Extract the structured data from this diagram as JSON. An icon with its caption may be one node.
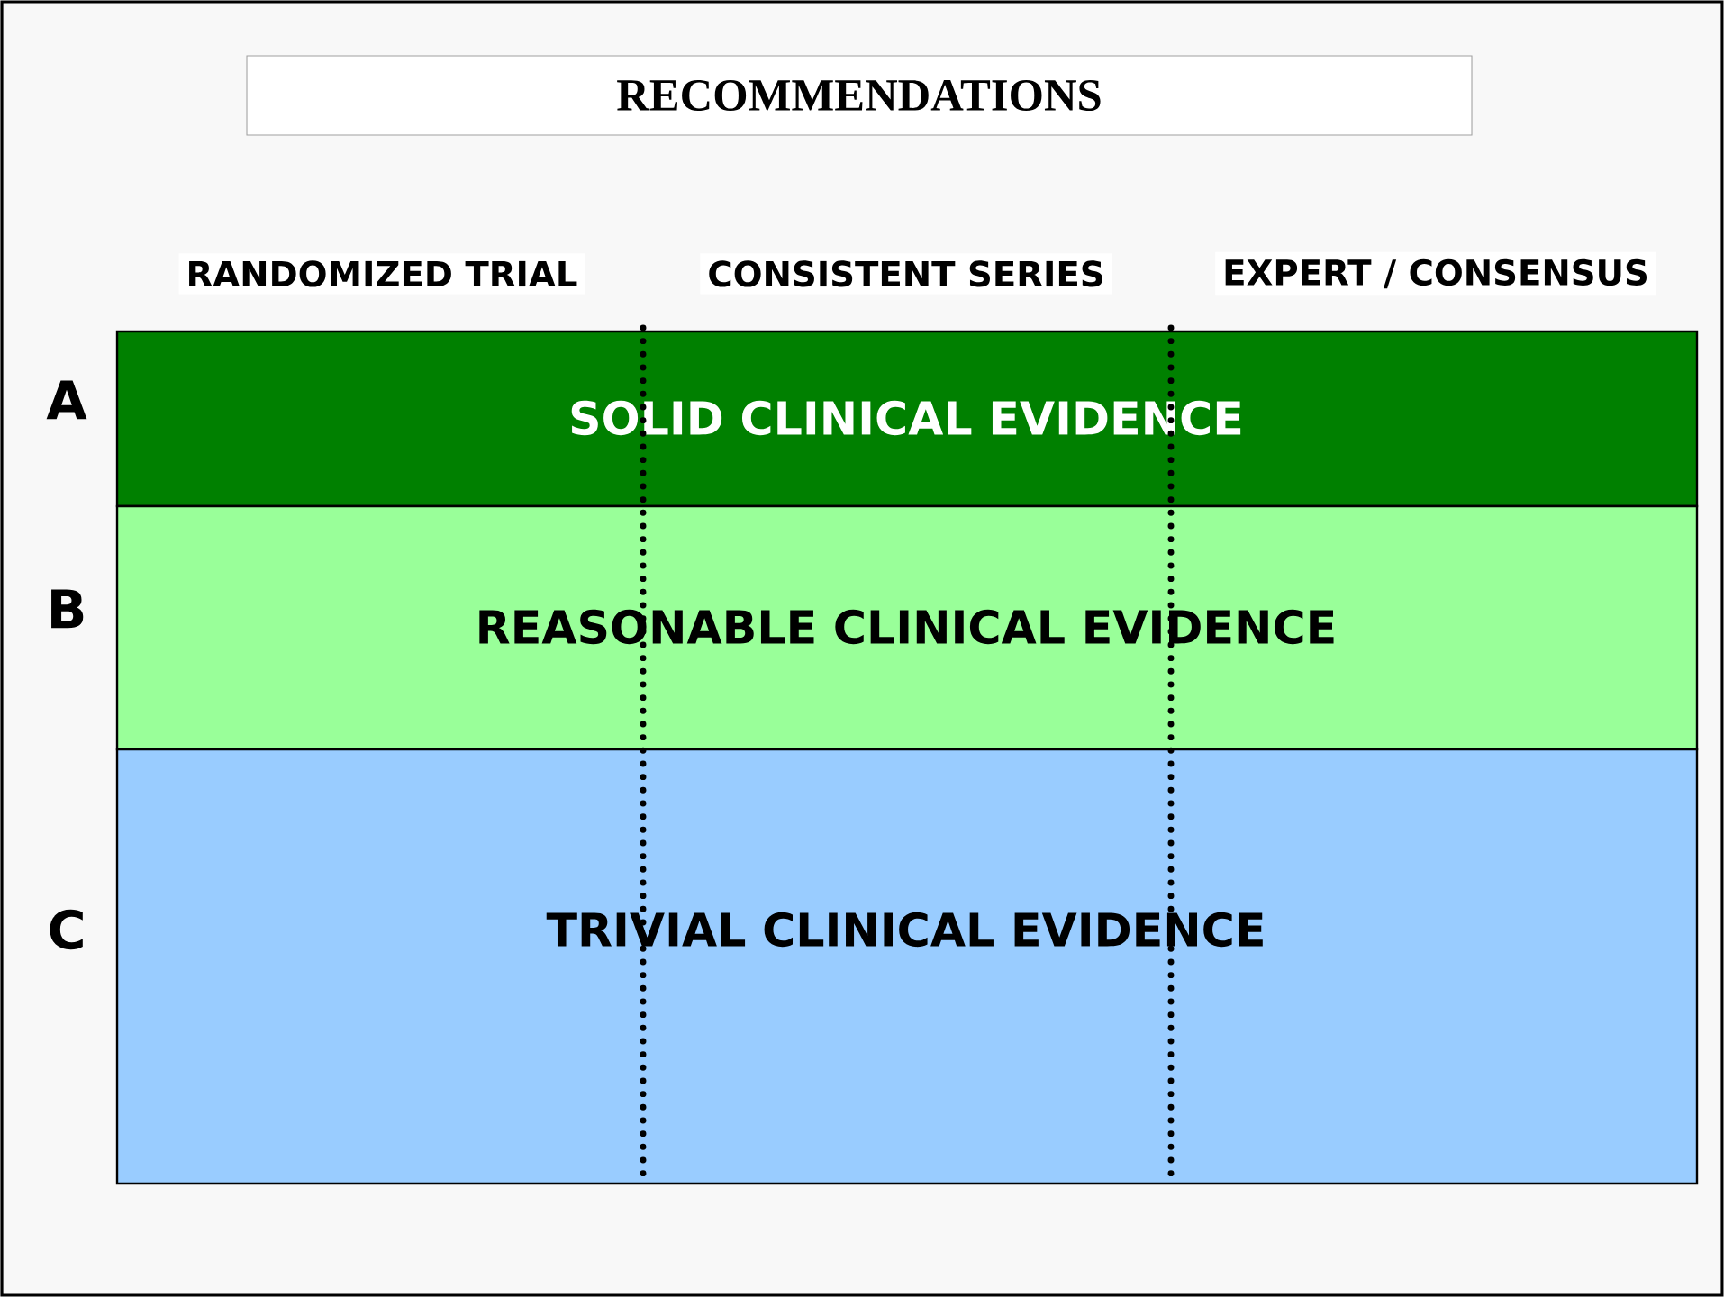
{
  "diagram": {
    "title": "RECOMMENDATIONS",
    "nodes": [
      {
        "text": [
          "SOLID CLINICAL EVIDENCE"
        ],
        "beside": [
          "A"
        ]
      },
      {
        "text": [
          "REASONABLE CLINICAL EVIDENCE"
        ],
        "beside": [
          "B"
        ]
      },
      {
        "text": [
          "TRIVIAL CLINICAL EVIDENCE"
        ],
        "beside": [
          "C"
        ]
      }
    ],
    "labels": [
      "RANDOMIZED TRIAL",
      "CONSISTENT SERIES",
      "EXPERT / CONSENSUS"
    ]
  }
}
